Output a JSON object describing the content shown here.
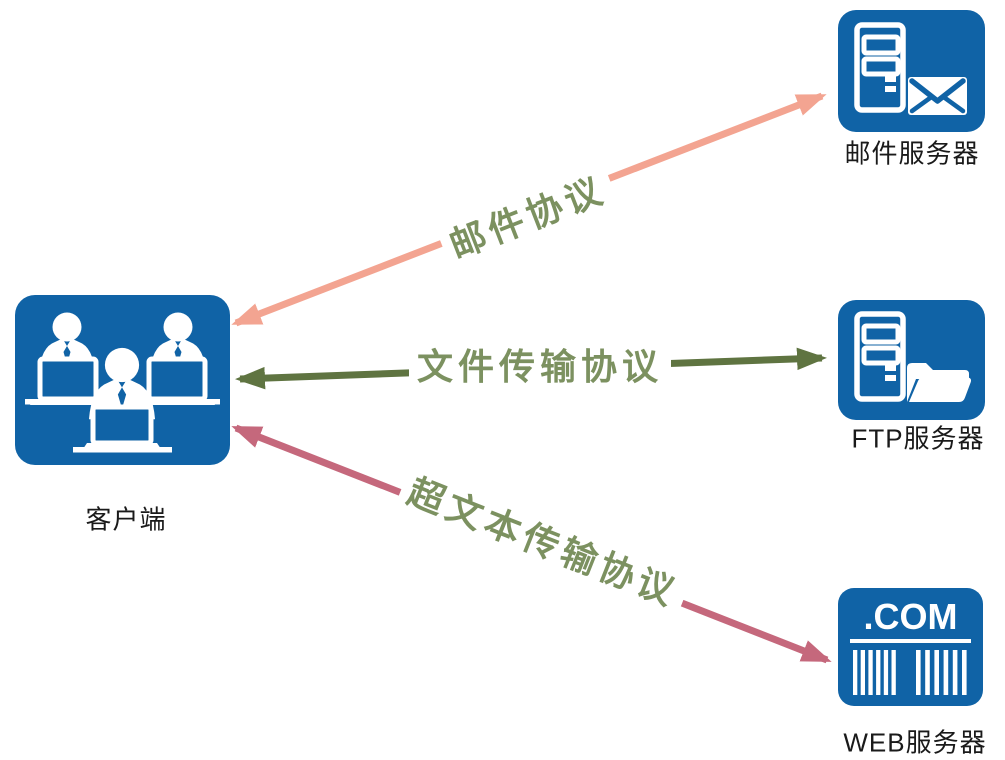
{
  "diagram": {
    "background_color": "#FFFFFF",
    "accent_blue": "#1063A6",
    "protocol_label_color": "#7C9160",
    "node_label_color": "#1A1A1A",
    "nodes": {
      "client": {
        "label": "客户端",
        "icon": "users-at-laptops-icon",
        "color": "#1063A6"
      },
      "mail_server": {
        "label": "邮件服务器",
        "icon": "server-with-envelope-icon",
        "color": "#1063A6"
      },
      "ftp_server": {
        "label": "FTP服务器",
        "icon": "server-with-folder-icon",
        "color": "#1063A6"
      },
      "web_server": {
        "label": "WEB服务器",
        "icon": "dotcom-barcode-icon",
        "icon_text": ".COM",
        "color": "#1063A6"
      }
    },
    "connections": [
      {
        "from": "客户端",
        "to": "邮件服务器",
        "label": "邮件协议",
        "color": "#F3A491",
        "bidirectional": true
      },
      {
        "from": "客户端",
        "to": "FTP服务器",
        "label": "文件传输协议",
        "color": "#5F7441",
        "bidirectional": true
      },
      {
        "from": "客户端",
        "to": "WEB服务器",
        "label": "超文本传输协议",
        "color": "#C5687C",
        "bidirectional": true
      }
    ]
  }
}
